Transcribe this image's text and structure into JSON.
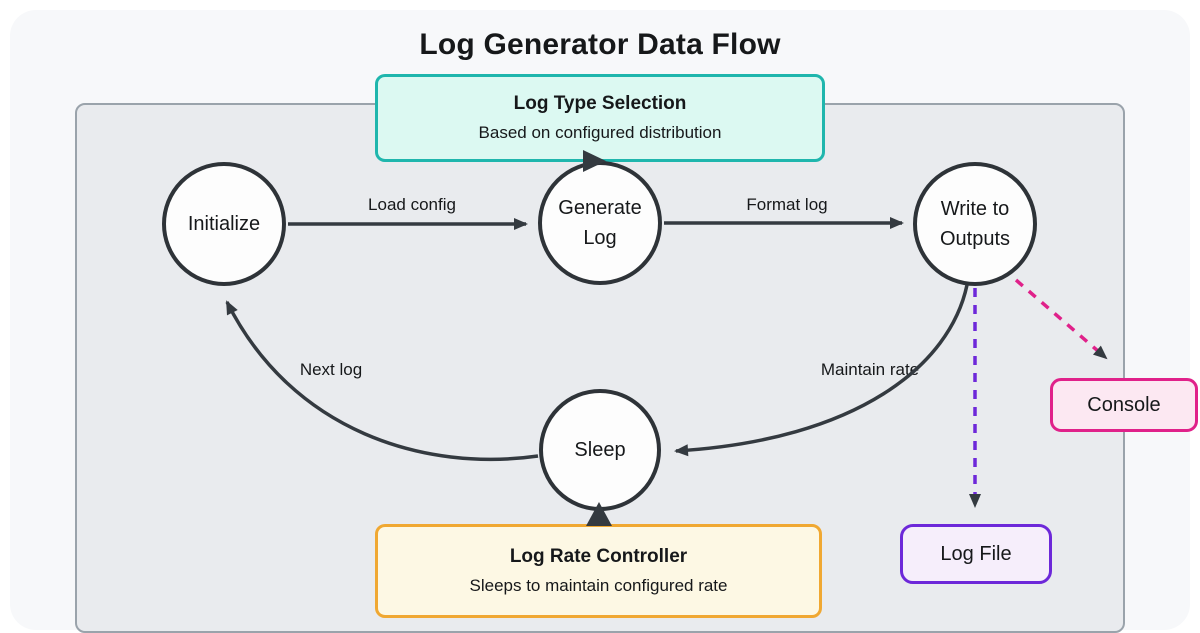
{
  "title": "Log Generator Data Flow",
  "notes": {
    "log_type": {
      "title": "Log Type Selection",
      "subtitle": "Based on configured distribution"
    },
    "log_rate": {
      "title": "Log Rate Controller",
      "subtitle": "Sleeps to maintain configured rate"
    }
  },
  "states": {
    "initialize": "Initialize",
    "generate": "Generate Log",
    "write": "Write to Outputs",
    "sleep": "Sleep"
  },
  "outputs": {
    "console": "Console",
    "log_file": "Log File"
  },
  "edges": {
    "load_config": "Load config",
    "format_log": "Format log",
    "next_log": "Next log",
    "maintain_rate": "Maintain rate"
  },
  "colors": {
    "canvas": "#f7f8fa",
    "container_fill": "#e9ebee",
    "container_border": "#9aa3ab",
    "node_stroke": "#2e3338",
    "node_fill": "#fdfdfd",
    "arrow": "#343a40",
    "note_teal_border": "#1fb6ad",
    "note_teal_fill": "#dcf9f2",
    "note_orange_border": "#f0a832",
    "note_orange_fill": "#fdf8e4",
    "console_border": "#e0218a",
    "console_fill": "#fce8f2",
    "log_file_border": "#6d28d9",
    "log_file_fill": "#f6eefb"
  }
}
